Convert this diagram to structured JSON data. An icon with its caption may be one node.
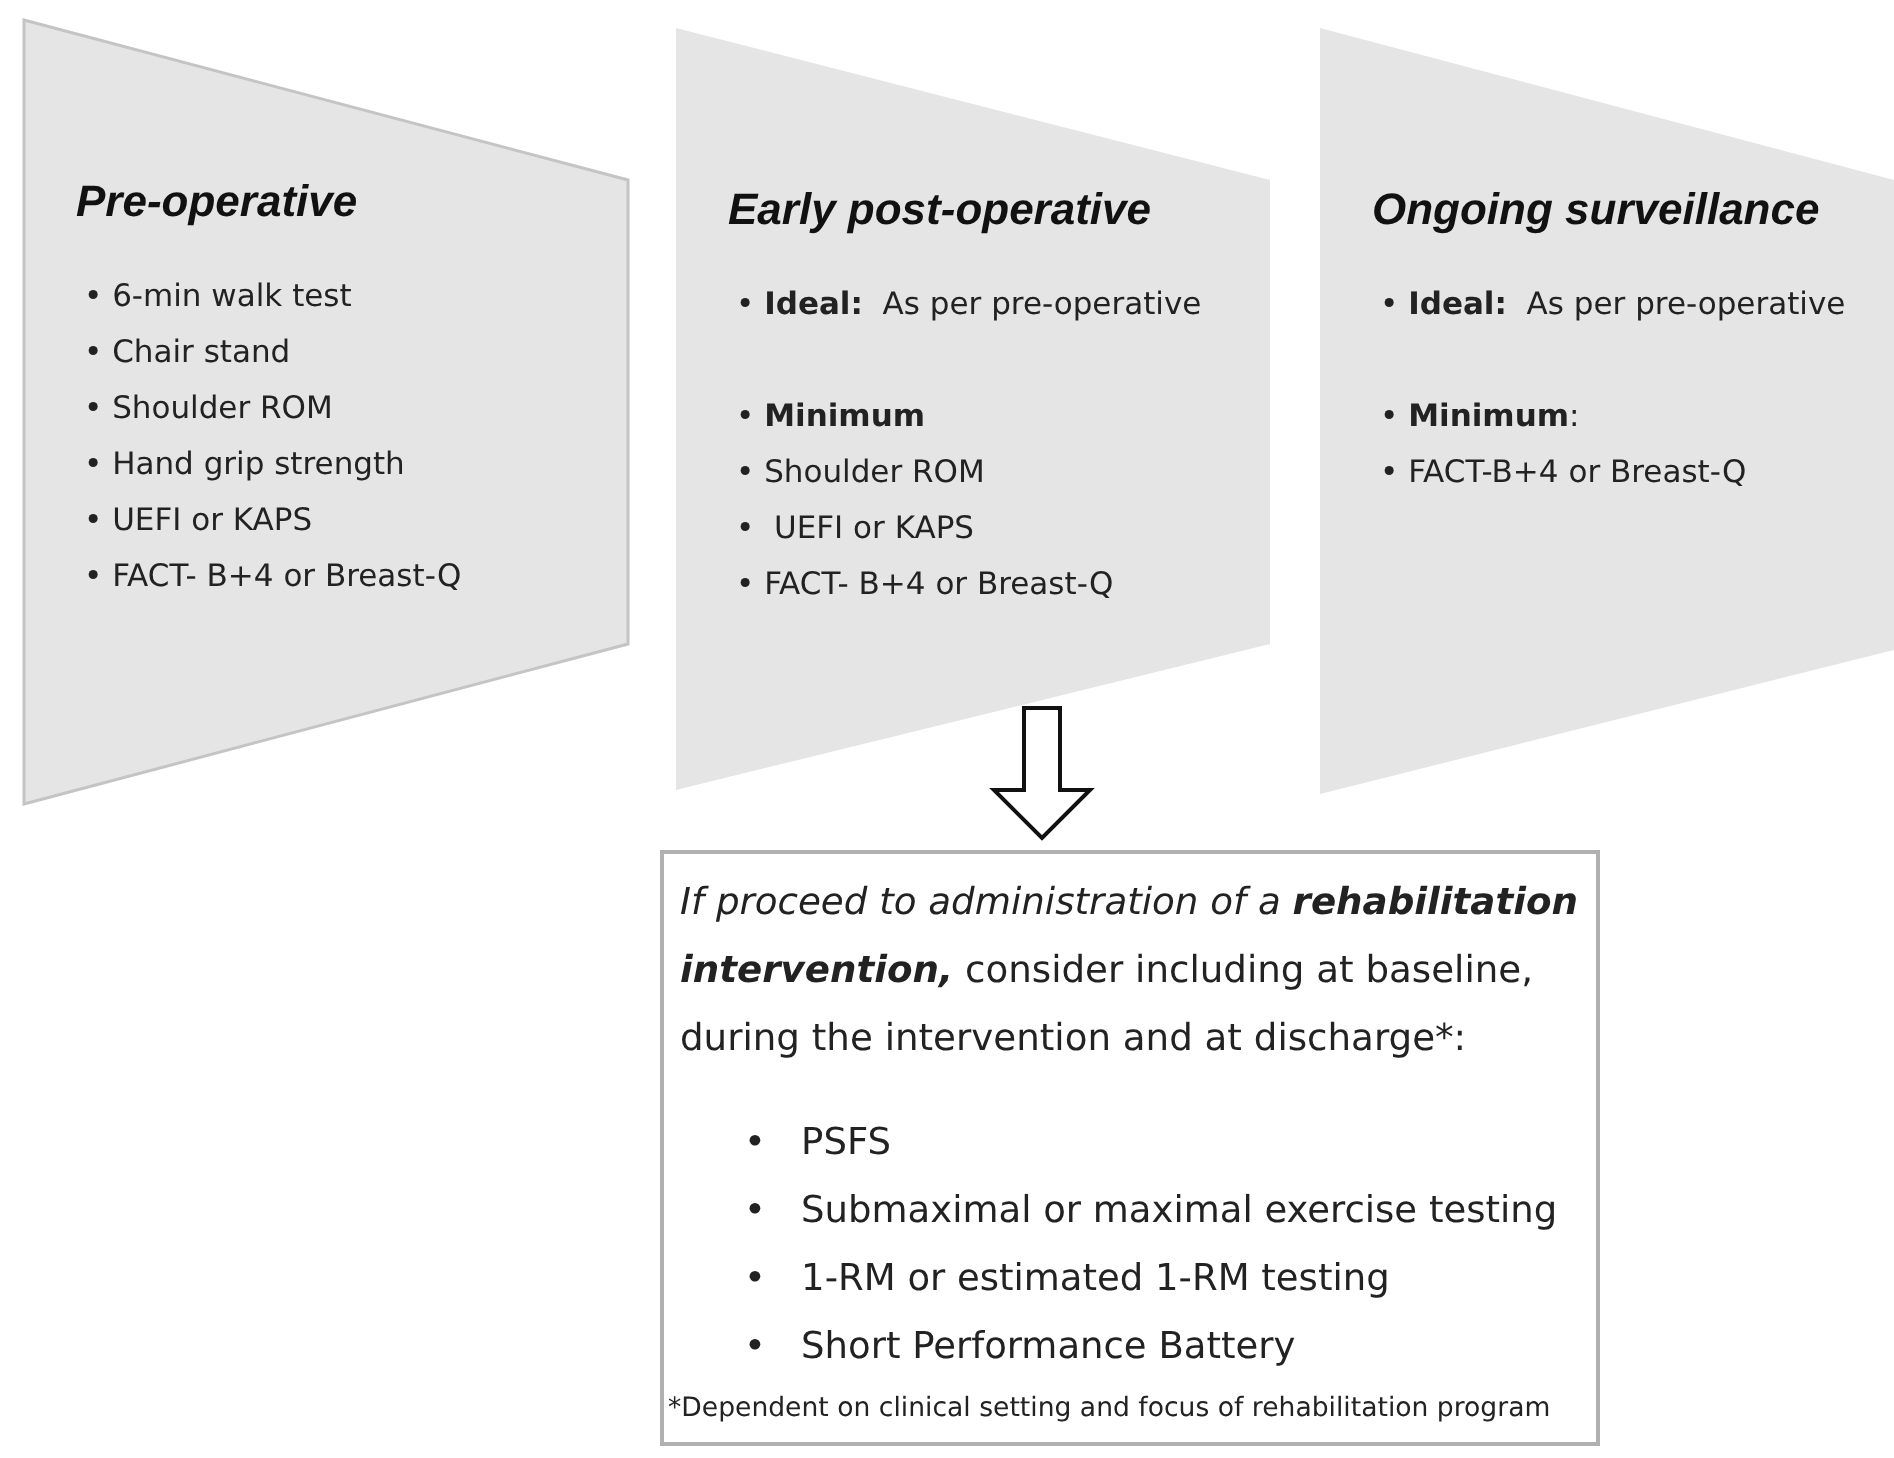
{
  "diagram": {
    "nodes": [
      {
        "text": [
          "Pre-operative",
          "• 6-min walk test",
          "• Chair stand",
          "• Shoulder ROM",
          "• Hand grip strength",
          "• UEFI or KAPS",
          "• FACT- B+4 or Breast-Q"
        ]
      },
      {
        "text": [
          "Early post-operative",
          "• **Ideal:**  As per pre-operative",
          "• **Minimum**",
          "• Shoulder ROM",
          "•  UEFI or KAPS",
          "• FACT- B+4 or Breast-Q"
        ]
      },
      {
        "text": [
          "Ongoing surveillance",
          "• **Ideal:**  As per pre-operative",
          "• **Minimum**:",
          "• FACT-B+4 or Breast-Q"
        ]
      },
      {
        "text": [
          "*If proceed to administration of a* **rehabilitation intervention,** consider including at baseline, during the intervention and at discharge*:",
          "•   PSFS",
          "•   Submaximal or maximal exercise testing",
          "•   1-RM or estimated 1-RM testing",
          "•   Short Performance Battery",
          "*Dependent on clinical setting and focus of rehabilitation program"
        ]
      }
    ],
    "edges": [
      {
        "from": 1,
        "to": 3,
        "arrow": "to"
      }
    ]
  }
}
